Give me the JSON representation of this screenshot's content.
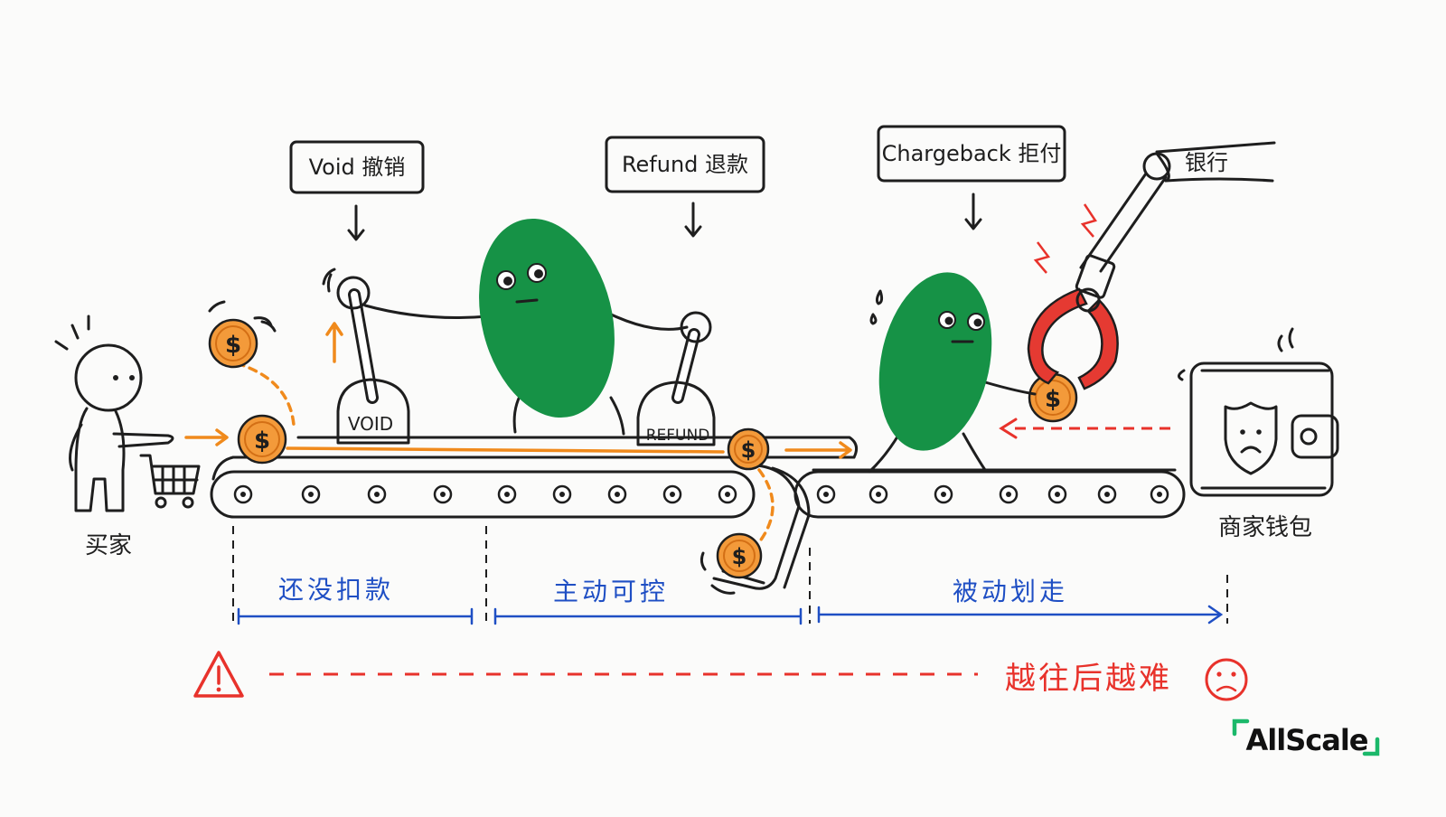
{
  "labels": {
    "void": "Void 撤销",
    "refund": "Refund 退款",
    "chargeback": "Chargeback 拒付",
    "bank": "银行",
    "buyer": "买家",
    "merchant_wallet": "商家钱包",
    "void_lever": "VOID",
    "refund_lever": "REFUND",
    "coin": "$"
  },
  "phases": [
    {
      "label": "还没扣款"
    },
    {
      "label": "主动可控"
    },
    {
      "label": "被动划走"
    }
  ],
  "warning": {
    "text": "越往后越难"
  },
  "brand": {
    "name": "AllScale"
  },
  "colors": {
    "character_green": "#169246",
    "coin_orange": "#f39a3a",
    "phase_blue": "#1f4fc4",
    "warning_red": "#e8322b",
    "claw_red": "#e53a32",
    "brand_green": "#1bb86a"
  }
}
